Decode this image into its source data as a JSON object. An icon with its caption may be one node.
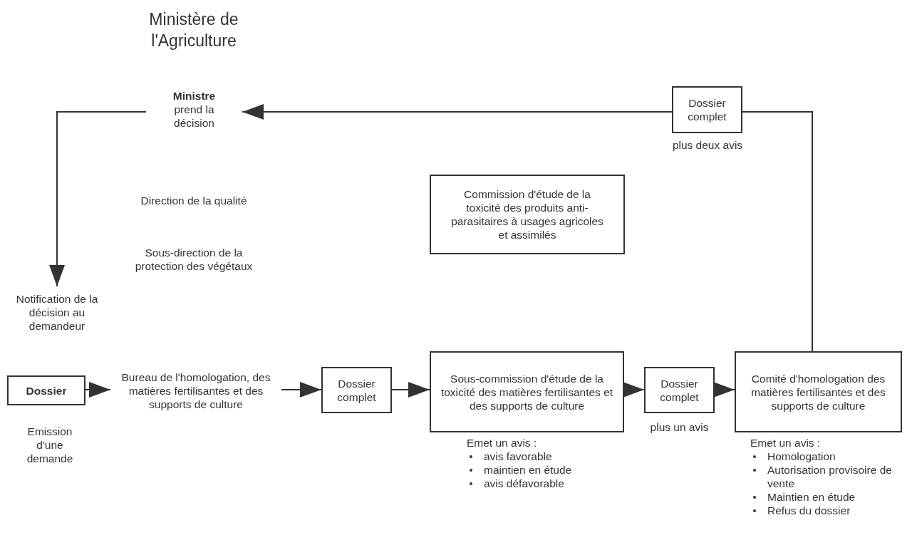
{
  "diagram": {
    "title": "Ministère de l'Agriculture",
    "nodes": [
      {
        "text": [
          "Ministre",
          "prend la décision"
        ]
      },
      {
        "text": [
          "Dossier complet"
        ],
        "beside": [
          "plus deux avis"
        ]
      },
      {
        "text": [
          "Notification de la décision au demandeur"
        ]
      },
      {
        "text": [
          "Dossier"
        ],
        "beside": [
          "Emission d'une demande"
        ]
      },
      {
        "text": [
          "Bureau de l'homologation, des matières fertilisantes et des supports de culture"
        ]
      },
      {
        "text": [
          "Dossier complet"
        ]
      },
      {
        "text": [
          "Sous-commission d'étude de la toxicité des matières fertilisantes et des supports de culture"
        ],
        "beside": [
          "Emet un avis :",
          "avis favorable",
          "maintien en étude",
          "avis défavorable"
        ]
      },
      {
        "text": [
          "Dossier complet"
        ],
        "beside": [
          "plus un avis"
        ]
      },
      {
        "text": [
          "Comité d'homologation des matières fertilisantes et des supports de culture"
        ],
        "beside": [
          "Emet un avis :",
          "Homologation",
          "Autorisation provisoire de vente",
          "Maintien en étude",
          "Refus du dossier"
        ]
      },
      {
        "text": [
          "Commission d'étude de la toxicité des produits anti-parasitaires à usages agricoles et assimilés"
        ]
      }
    ],
    "edges": [
      {
        "from": 8,
        "to": 1,
        "arrow": "none"
      },
      {
        "from": 1,
        "to": 0,
        "arrow": "to"
      },
      {
        "from": 0,
        "to": 2,
        "arrow": "to"
      },
      {
        "from": 3,
        "to": 4,
        "arrow": "to"
      },
      {
        "from": 4,
        "to": 5,
        "arrow": "to"
      },
      {
        "from": 5,
        "to": 6,
        "arrow": "to"
      },
      {
        "from": 6,
        "to": 7,
        "arrow": "to"
      },
      {
        "from": 7,
        "to": 8,
        "arrow": "to"
      }
    ],
    "labels": [
      "Direction de la qualité",
      "Sous-direction de la protection des végétaux"
    ]
  }
}
